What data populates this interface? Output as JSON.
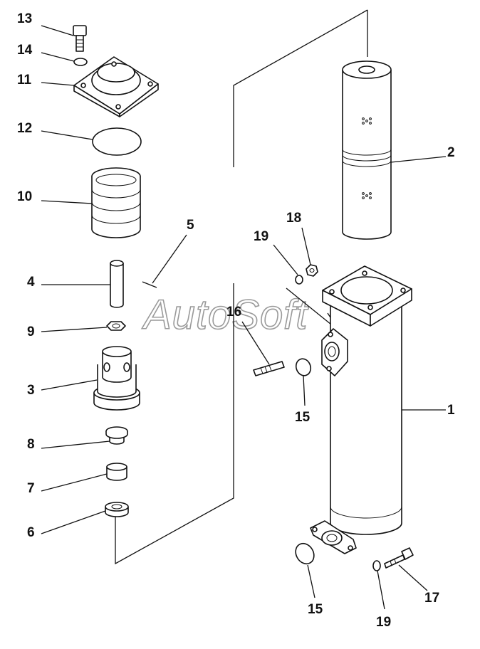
{
  "watermark": "AutoSoft",
  "callouts": [
    {
      "id": "c13",
      "text": "13"
    },
    {
      "id": "c14",
      "text": "14"
    },
    {
      "id": "c11",
      "text": "11"
    },
    {
      "id": "c12",
      "text": "12"
    },
    {
      "id": "c10",
      "text": "10"
    },
    {
      "id": "c5",
      "text": "5"
    },
    {
      "id": "c4",
      "text": "4"
    },
    {
      "id": "c9",
      "text": "9"
    },
    {
      "id": "c3",
      "text": "3"
    },
    {
      "id": "c8",
      "text": "8"
    },
    {
      "id": "c7",
      "text": "7"
    },
    {
      "id": "c6",
      "text": "6"
    },
    {
      "id": "c2",
      "text": "2"
    },
    {
      "id": "c18",
      "text": "18"
    },
    {
      "id": "c19a",
      "text": "19"
    },
    {
      "id": "c16",
      "text": "16"
    },
    {
      "id": "c15a",
      "text": "15"
    },
    {
      "id": "c1",
      "text": "1"
    },
    {
      "id": "c15b",
      "text": "15"
    },
    {
      "id": "c19b",
      "text": "19"
    },
    {
      "id": "c17",
      "text": "17"
    }
  ]
}
